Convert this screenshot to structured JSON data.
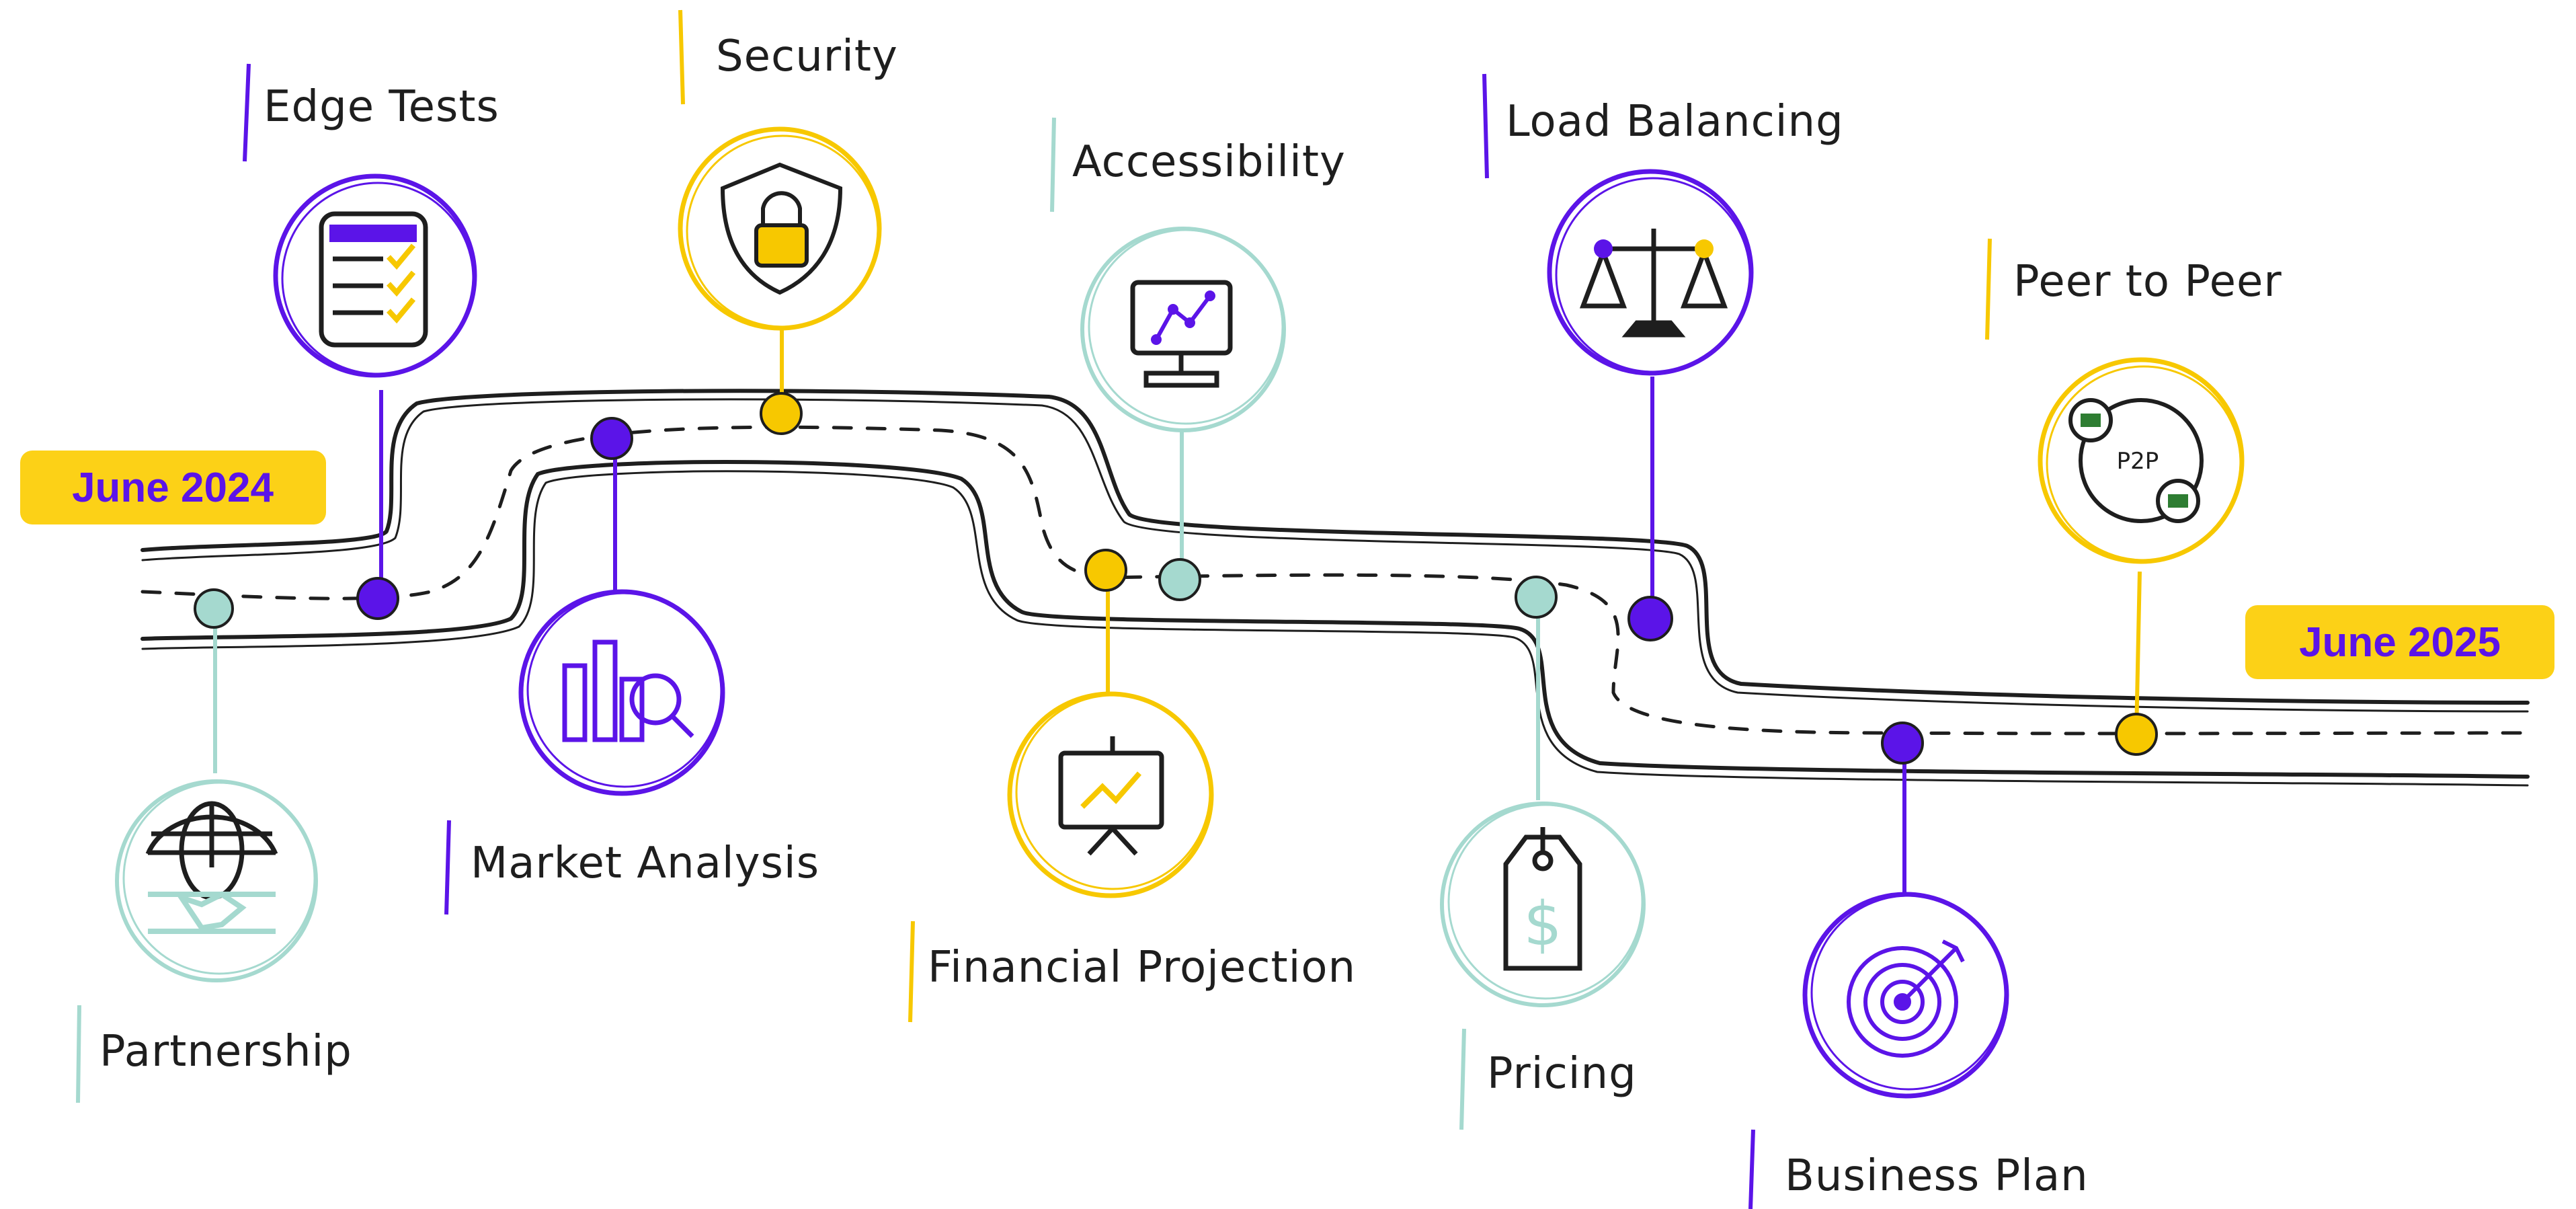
{
  "colors": {
    "purple": "#5b14e8",
    "yellow": "#f7c800",
    "mint": "#a5d9cf",
    "ink": "#1e1e1e",
    "date_bg": "#fcd117",
    "date_text": "#5b14e8"
  },
  "dates": {
    "start": "June 2024",
    "end": "June 2025"
  },
  "milestones": [
    {
      "label": "Partnership",
      "color": "mint",
      "icon": "handshake-globe-icon"
    },
    {
      "label": "Edge Tests",
      "color": "purple",
      "icon": "checklist-icon"
    },
    {
      "label": "Market Analysis",
      "color": "purple",
      "icon": "bar-chart-magnifier-icon"
    },
    {
      "label": "Security",
      "color": "yellow",
      "icon": "shield-lock-icon"
    },
    {
      "label": "Financial Projection",
      "color": "yellow",
      "icon": "presentation-board-icon"
    },
    {
      "label": "Accessibility",
      "color": "mint",
      "icon": "monitor-chart-icon"
    },
    {
      "label": "Pricing",
      "color": "mint",
      "icon": "price-tag-icon"
    },
    {
      "label": "Load Balancing",
      "color": "purple",
      "icon": "balance-scale-icon"
    },
    {
      "label": "Business Plan",
      "color": "purple",
      "icon": "target-icon"
    },
    {
      "label": "Peer to Peer",
      "color": "yellow",
      "icon": "p2p-exchange-icon"
    }
  ],
  "icon_text": {
    "p2p": "P2P"
  }
}
